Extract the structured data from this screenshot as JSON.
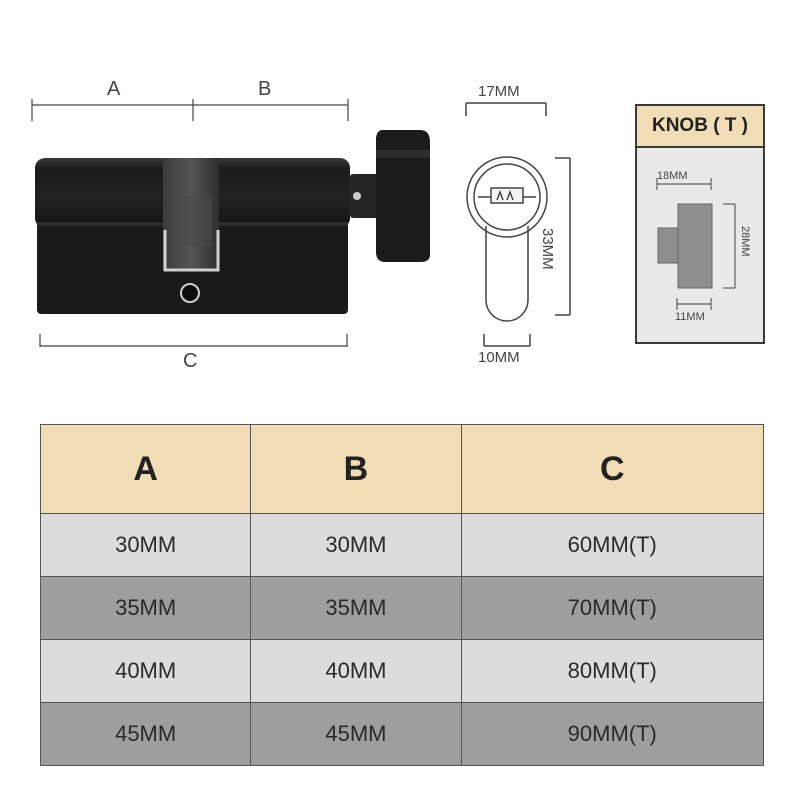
{
  "diagram": {
    "labels": {
      "a": "A",
      "b": "B",
      "c": "C",
      "width_17": "17MM",
      "height_33": "33MM",
      "width_10": "10MM"
    },
    "knob": {
      "title": "KNOB ( T )",
      "width_18": "18MM",
      "height_28": "28MM",
      "width_11": "11MM"
    }
  },
  "table": {
    "headers": [
      "A",
      "B",
      "C"
    ],
    "rows": [
      [
        "30MM",
        "30MM",
        "60MM(T)"
      ],
      [
        "35MM",
        "35MM",
        "70MM(T)"
      ],
      [
        "40MM",
        "40MM",
        "80MM(T)"
      ],
      [
        "45MM",
        "45MM",
        "90MM(T)"
      ]
    ]
  },
  "colors": {
    "header_bg": "#f0dcb5",
    "row_light": "#dcdcdc",
    "row_dark": "#9e9e9e",
    "cylinder": "#1e1e1e"
  }
}
